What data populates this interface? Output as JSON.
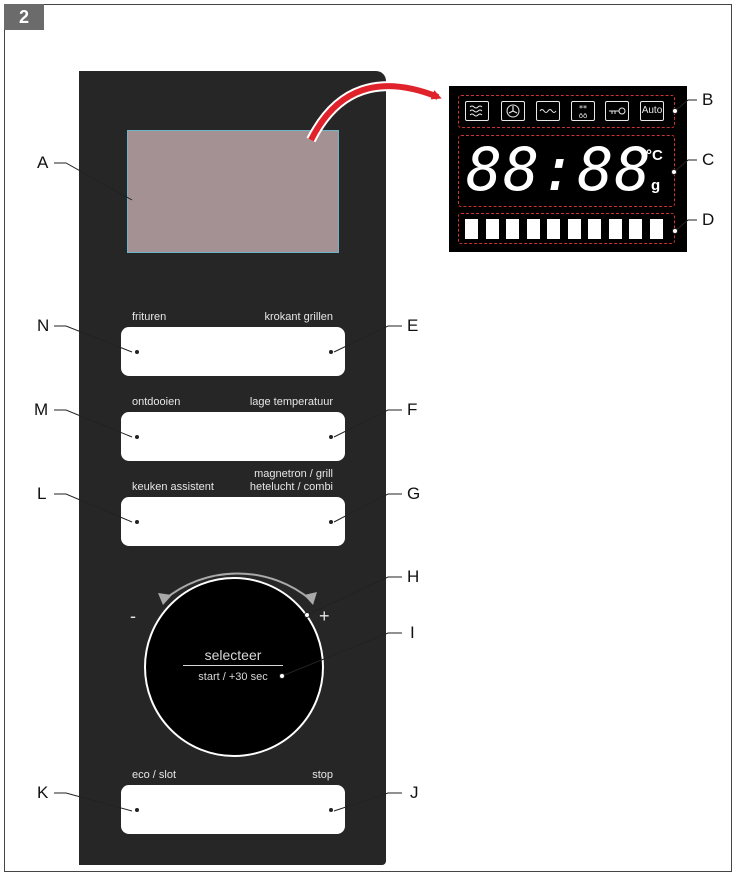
{
  "figure_number": "2",
  "callouts": {
    "A": "A",
    "B": "B",
    "C": "C",
    "D": "D",
    "E": "E",
    "F": "F",
    "G": "G",
    "H": "H",
    "I": "I",
    "J": "J",
    "K": "K",
    "L": "L",
    "M": "M",
    "N": "N"
  },
  "buttons": {
    "row1": {
      "left": "frituren",
      "right": "krokant grillen"
    },
    "row2": {
      "left": "ontdooien",
      "right": "lage temperatuur"
    },
    "row3": {
      "left": "keuken assistent",
      "right_line1": "magnetron / grill",
      "right_line2": "hetelucht / combi"
    },
    "row4": {
      "left": "eco / slot",
      "right": "stop"
    }
  },
  "knob": {
    "minus": "-",
    "plus": "+",
    "main_label": "selecteer",
    "sub_label": "start / +30 sec"
  },
  "display": {
    "icons": [
      "waves-icon",
      "fan-icon",
      "grill-icon",
      "defrost-icon",
      "key-icon",
      "auto-icon"
    ],
    "auto_label": "Auto",
    "digits": "88:88",
    "unit_temp": "°C",
    "unit_weight": "g",
    "bar_segments": 10
  },
  "colors": {
    "panel": "#262626",
    "screen": "#a49194",
    "arrow": "#e0232a",
    "lcd": "#000000"
  }
}
